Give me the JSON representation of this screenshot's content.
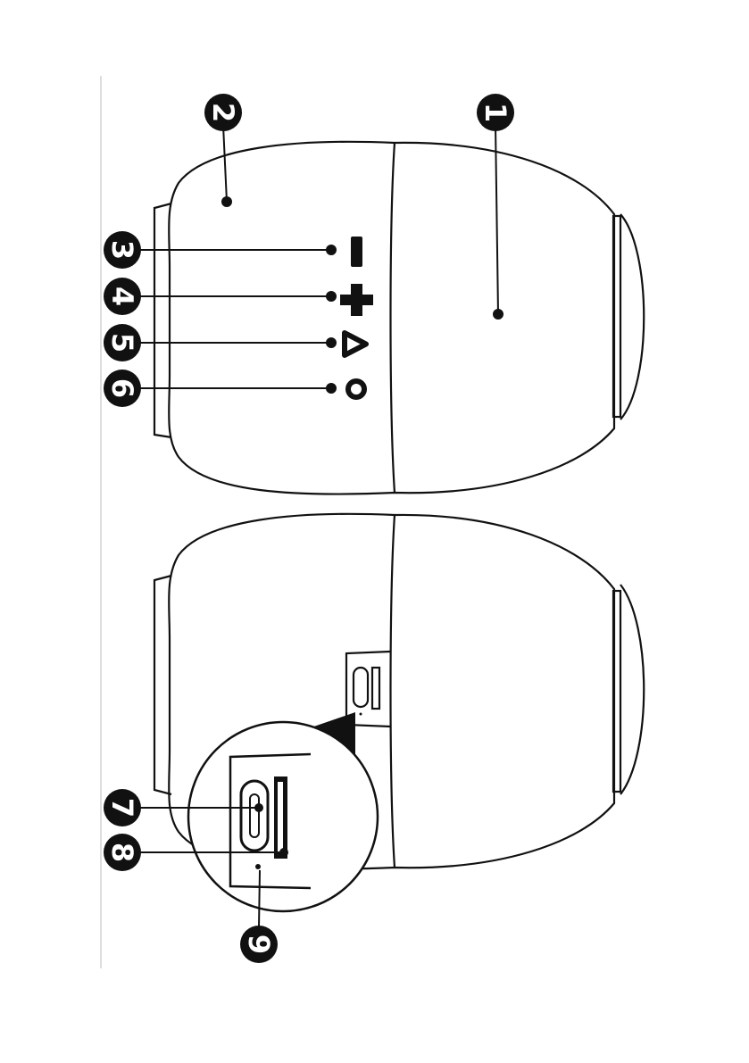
{
  "callouts": [
    {
      "id": "1",
      "label": "1"
    },
    {
      "id": "2",
      "label": "2"
    },
    {
      "id": "3",
      "label": "3"
    },
    {
      "id": "4",
      "label": "4"
    },
    {
      "id": "5",
      "label": "5"
    },
    {
      "id": "6",
      "label": "6"
    },
    {
      "id": "7",
      "label": "7"
    },
    {
      "id": "8",
      "label": "8"
    },
    {
      "id": "9",
      "label": "9"
    }
  ],
  "colors": {
    "ink": "#111111",
    "paper": "#ffffff"
  },
  "icons": [
    "minus-icon",
    "plus-icon",
    "play-triangle-icon",
    "power-circle-icon",
    "usb-c-port-icon",
    "tf-card-slot-icon",
    "indicator-light-icon"
  ]
}
